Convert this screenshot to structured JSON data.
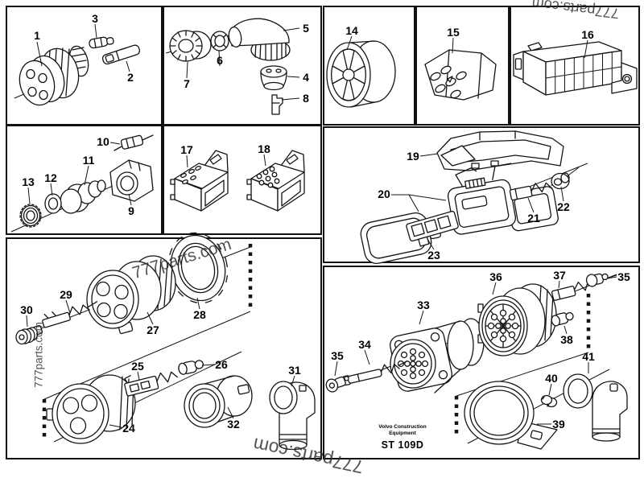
{
  "document": {
    "type": "exploded-parts-diagram",
    "brand_line1": "Volvo Construction",
    "brand_line2": "Equipment",
    "figure_code": "ST 109D"
  },
  "watermark": {
    "text": "777parts.com"
  },
  "panels": [
    {
      "id": "A",
      "parts": [
        "1",
        "2",
        "3"
      ]
    },
    {
      "id": "B",
      "parts": [
        "4",
        "5",
        "6",
        "7",
        "8"
      ]
    },
    {
      "id": "C",
      "parts": [
        "14"
      ]
    },
    {
      "id": "D",
      "parts": [
        "15"
      ]
    },
    {
      "id": "E",
      "parts": [
        "16"
      ]
    },
    {
      "id": "F",
      "parts": [
        "9",
        "10",
        "11",
        "12",
        "13"
      ]
    },
    {
      "id": "G",
      "parts": [
        "17",
        "18"
      ]
    },
    {
      "id": "H",
      "parts": [
        "19",
        "20",
        "21",
        "22",
        "23"
      ]
    },
    {
      "id": "I",
      "parts": [
        "24",
        "25",
        "26",
        "27",
        "28",
        "29",
        "30",
        "31",
        "32"
      ]
    },
    {
      "id": "J",
      "parts": [
        "33",
        "34",
        "35",
        "36",
        "37",
        "38",
        "39",
        "40",
        "41"
      ]
    }
  ],
  "part_labels": {
    "p1": "1",
    "p2": "2",
    "p3": "3",
    "p4": "4",
    "p5": "5",
    "p6": "6",
    "p7": "7",
    "p8": "8",
    "p9": "9",
    "p10": "10",
    "p11": "11",
    "p12": "12",
    "p13": "13",
    "p14": "14",
    "p15": "15",
    "p16": "16",
    "p17": "17",
    "p18": "18",
    "p19": "19",
    "p20": "20",
    "p21": "21",
    "p22": "22",
    "p23": "23",
    "p24": "24",
    "p25": "25",
    "p26": "26",
    "p27": "27",
    "p28": "28",
    "p29": "29",
    "p30": "30",
    "p31": "31",
    "p32": "32",
    "p33": "33",
    "p34": "34",
    "p35": "35",
    "p36": "36",
    "p37": "37",
    "p38": "38",
    "p39": "39",
    "p40": "40",
    "p41": "41"
  }
}
